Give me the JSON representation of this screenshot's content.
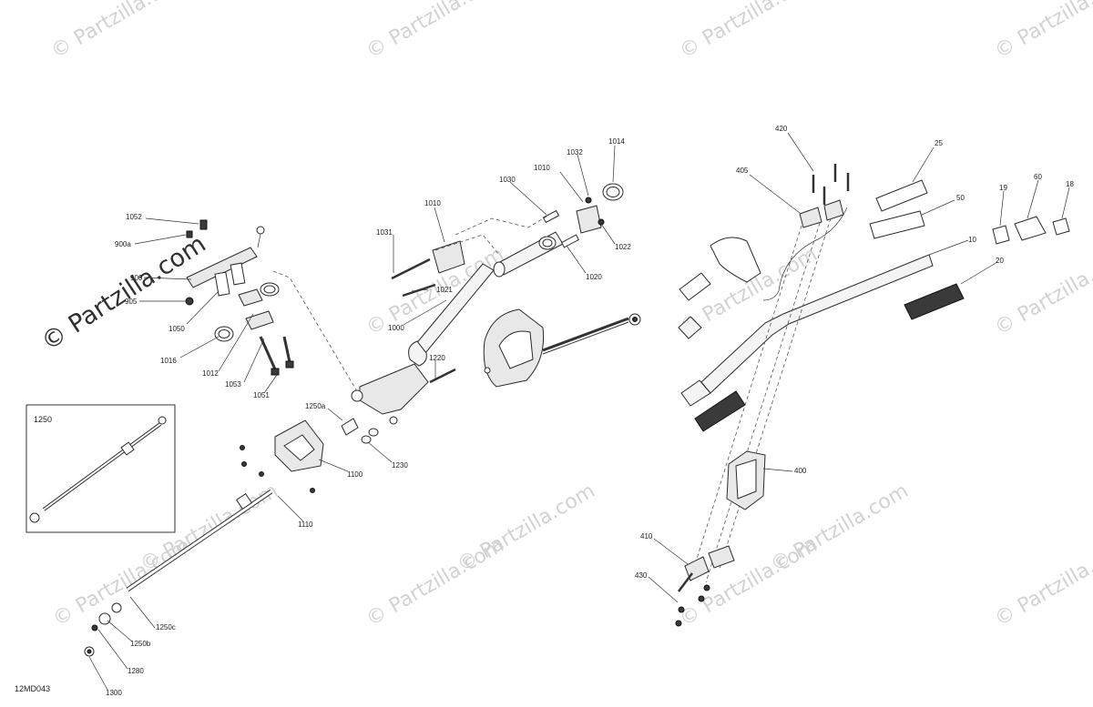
{
  "diagram": {
    "reference_code": "12MD043",
    "watermark_text": "© Partzilla.com",
    "callouts": [
      {
        "id": "c1052",
        "label": "1052"
      },
      {
        "id": "c900a",
        "label": "900a"
      },
      {
        "id": "c900",
        "label": "900"
      },
      {
        "id": "c905",
        "label": "905"
      },
      {
        "id": "c1050",
        "label": "1050"
      },
      {
        "id": "c1016",
        "label": "1016"
      },
      {
        "id": "c1012",
        "label": "1012"
      },
      {
        "id": "c1053",
        "label": "1053"
      },
      {
        "id": "c1051",
        "label": "1051"
      },
      {
        "id": "c1031",
        "label": "1031"
      },
      {
        "id": "c1010a",
        "label": "1010"
      },
      {
        "id": "c1021",
        "label": "1021"
      },
      {
        "id": "c1000",
        "label": "1000"
      },
      {
        "id": "c1030",
        "label": "1030"
      },
      {
        "id": "c1010b",
        "label": "1010"
      },
      {
        "id": "c1032",
        "label": "1032"
      },
      {
        "id": "c1014",
        "label": "1014"
      },
      {
        "id": "c1022",
        "label": "1022"
      },
      {
        "id": "c1020",
        "label": "1020"
      },
      {
        "id": "c1220",
        "label": "1220"
      },
      {
        "id": "c1250a",
        "label": "1250a"
      },
      {
        "id": "c1230",
        "label": "1230"
      },
      {
        "id": "c1100",
        "label": "1100"
      },
      {
        "id": "c1110",
        "label": "1110"
      },
      {
        "id": "c1250c",
        "label": "1250c"
      },
      {
        "id": "c1250b",
        "label": "1250b"
      },
      {
        "id": "c1280",
        "label": "1280"
      },
      {
        "id": "c1300",
        "label": "1300"
      },
      {
        "id": "c420",
        "label": "420"
      },
      {
        "id": "c405",
        "label": "405"
      },
      {
        "id": "c25",
        "label": "25"
      },
      {
        "id": "c50",
        "label": "50"
      },
      {
        "id": "c10",
        "label": "10"
      },
      {
        "id": "c19",
        "label": "19"
      },
      {
        "id": "c60",
        "label": "60"
      },
      {
        "id": "c18",
        "label": "18"
      },
      {
        "id": "c20",
        "label": "20"
      },
      {
        "id": "c400",
        "label": "400"
      },
      {
        "id": "c410",
        "label": "410"
      },
      {
        "id": "c430",
        "label": "430"
      }
    ],
    "inset_box": {
      "label": "1250"
    }
  }
}
